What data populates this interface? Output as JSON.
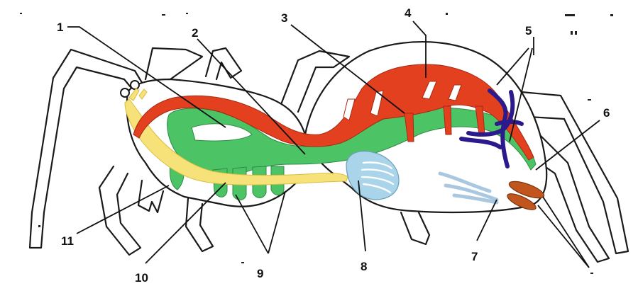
{
  "diagram": {
    "labels": [
      "1",
      "2",
      "3",
      "4",
      "5",
      "6",
      "7",
      "8",
      "9",
      "10",
      "11"
    ]
  },
  "colors": {
    "circulatory": "#e2401f",
    "digestive": "#4cc465",
    "nervous": "#f7e27a",
    "excretory": "#2b1a8c",
    "respiratory": "#a9d4ea",
    "silk_glands": "#c0551e",
    "outline": "#1a1a1a"
  }
}
